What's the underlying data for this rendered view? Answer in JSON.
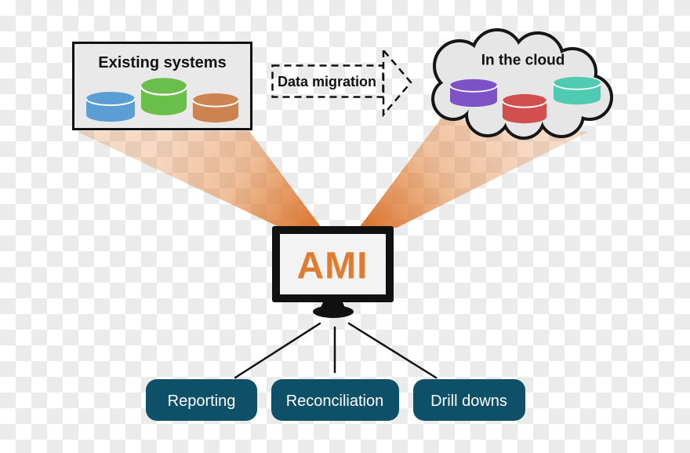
{
  "background": {
    "checker_light": "#ffffff",
    "checker_dark": "#ebebeb"
  },
  "existing_systems": {
    "title": "Existing systems",
    "box_fill": "#e9e9e9",
    "border_color": "#111111",
    "databases": [
      {
        "name": "blue-database",
        "color": "#5b9ed5"
      },
      {
        "name": "green-database",
        "color": "#6abf4b"
      },
      {
        "name": "orange-database",
        "color": "#cd8450"
      }
    ]
  },
  "migration_arrow": {
    "label": "Data migration",
    "outline_color": "#111111"
  },
  "cloud": {
    "title": "In the cloud",
    "fill": "#e6e6e6",
    "outline_color": "#161616",
    "databases": [
      {
        "name": "purple-database",
        "color": "#7e52c7"
      },
      {
        "name": "red-database",
        "color": "#d14f4f"
      },
      {
        "name": "teal-database",
        "color": "#4ecbb1"
      }
    ]
  },
  "monitor": {
    "label": "AMI",
    "label_color": "#e07c30",
    "frame_color": "#111111",
    "screen_color": "#f3f3f3"
  },
  "beams": {
    "color": "#e07c30",
    "dark_color": "#d96f26"
  },
  "output_boxes": {
    "fill": "#0d5068",
    "text_color": "#ffffff",
    "items": [
      {
        "label": "Reporting"
      },
      {
        "label": "Reconciliation"
      },
      {
        "label": "Drill downs"
      }
    ]
  }
}
